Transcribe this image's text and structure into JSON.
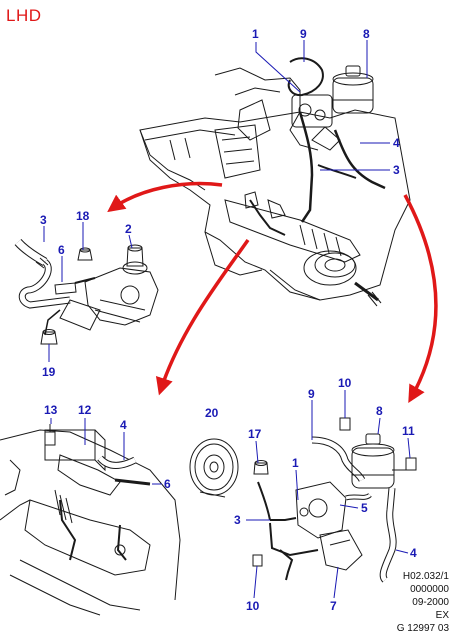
{
  "header": {
    "region_label": "LHD"
  },
  "callouts": {
    "top": {
      "c1": "1",
      "c9": "9",
      "c8": "8",
      "c4": "4",
      "c3": "3"
    },
    "left_detail": {
      "c3": "3",
      "c18": "18",
      "c2": "2",
      "c6": "6",
      "c19": "19"
    },
    "bottom_left": {
      "c13": "13",
      "c12": "12",
      "c4": "4",
      "c6": "6"
    },
    "bottom_right": {
      "c20": "20",
      "c17": "17",
      "c9": "9",
      "c10a": "10",
      "c8": "8",
      "c11": "11",
      "c1": "1",
      "c5": "5",
      "c3": "3",
      "c4": "4",
      "c10b": "10",
      "c7": "7"
    }
  },
  "reference": {
    "line1": "H02.032/1",
    "line2": "0000000",
    "line3": "09-2000",
    "line4": "EX",
    "line5": "G 12997 03"
  },
  "colors": {
    "callout": "#1a1ab4",
    "arrow": "#e01818",
    "line": "#1a1a1a",
    "leader": "#1a1ab4"
  }
}
